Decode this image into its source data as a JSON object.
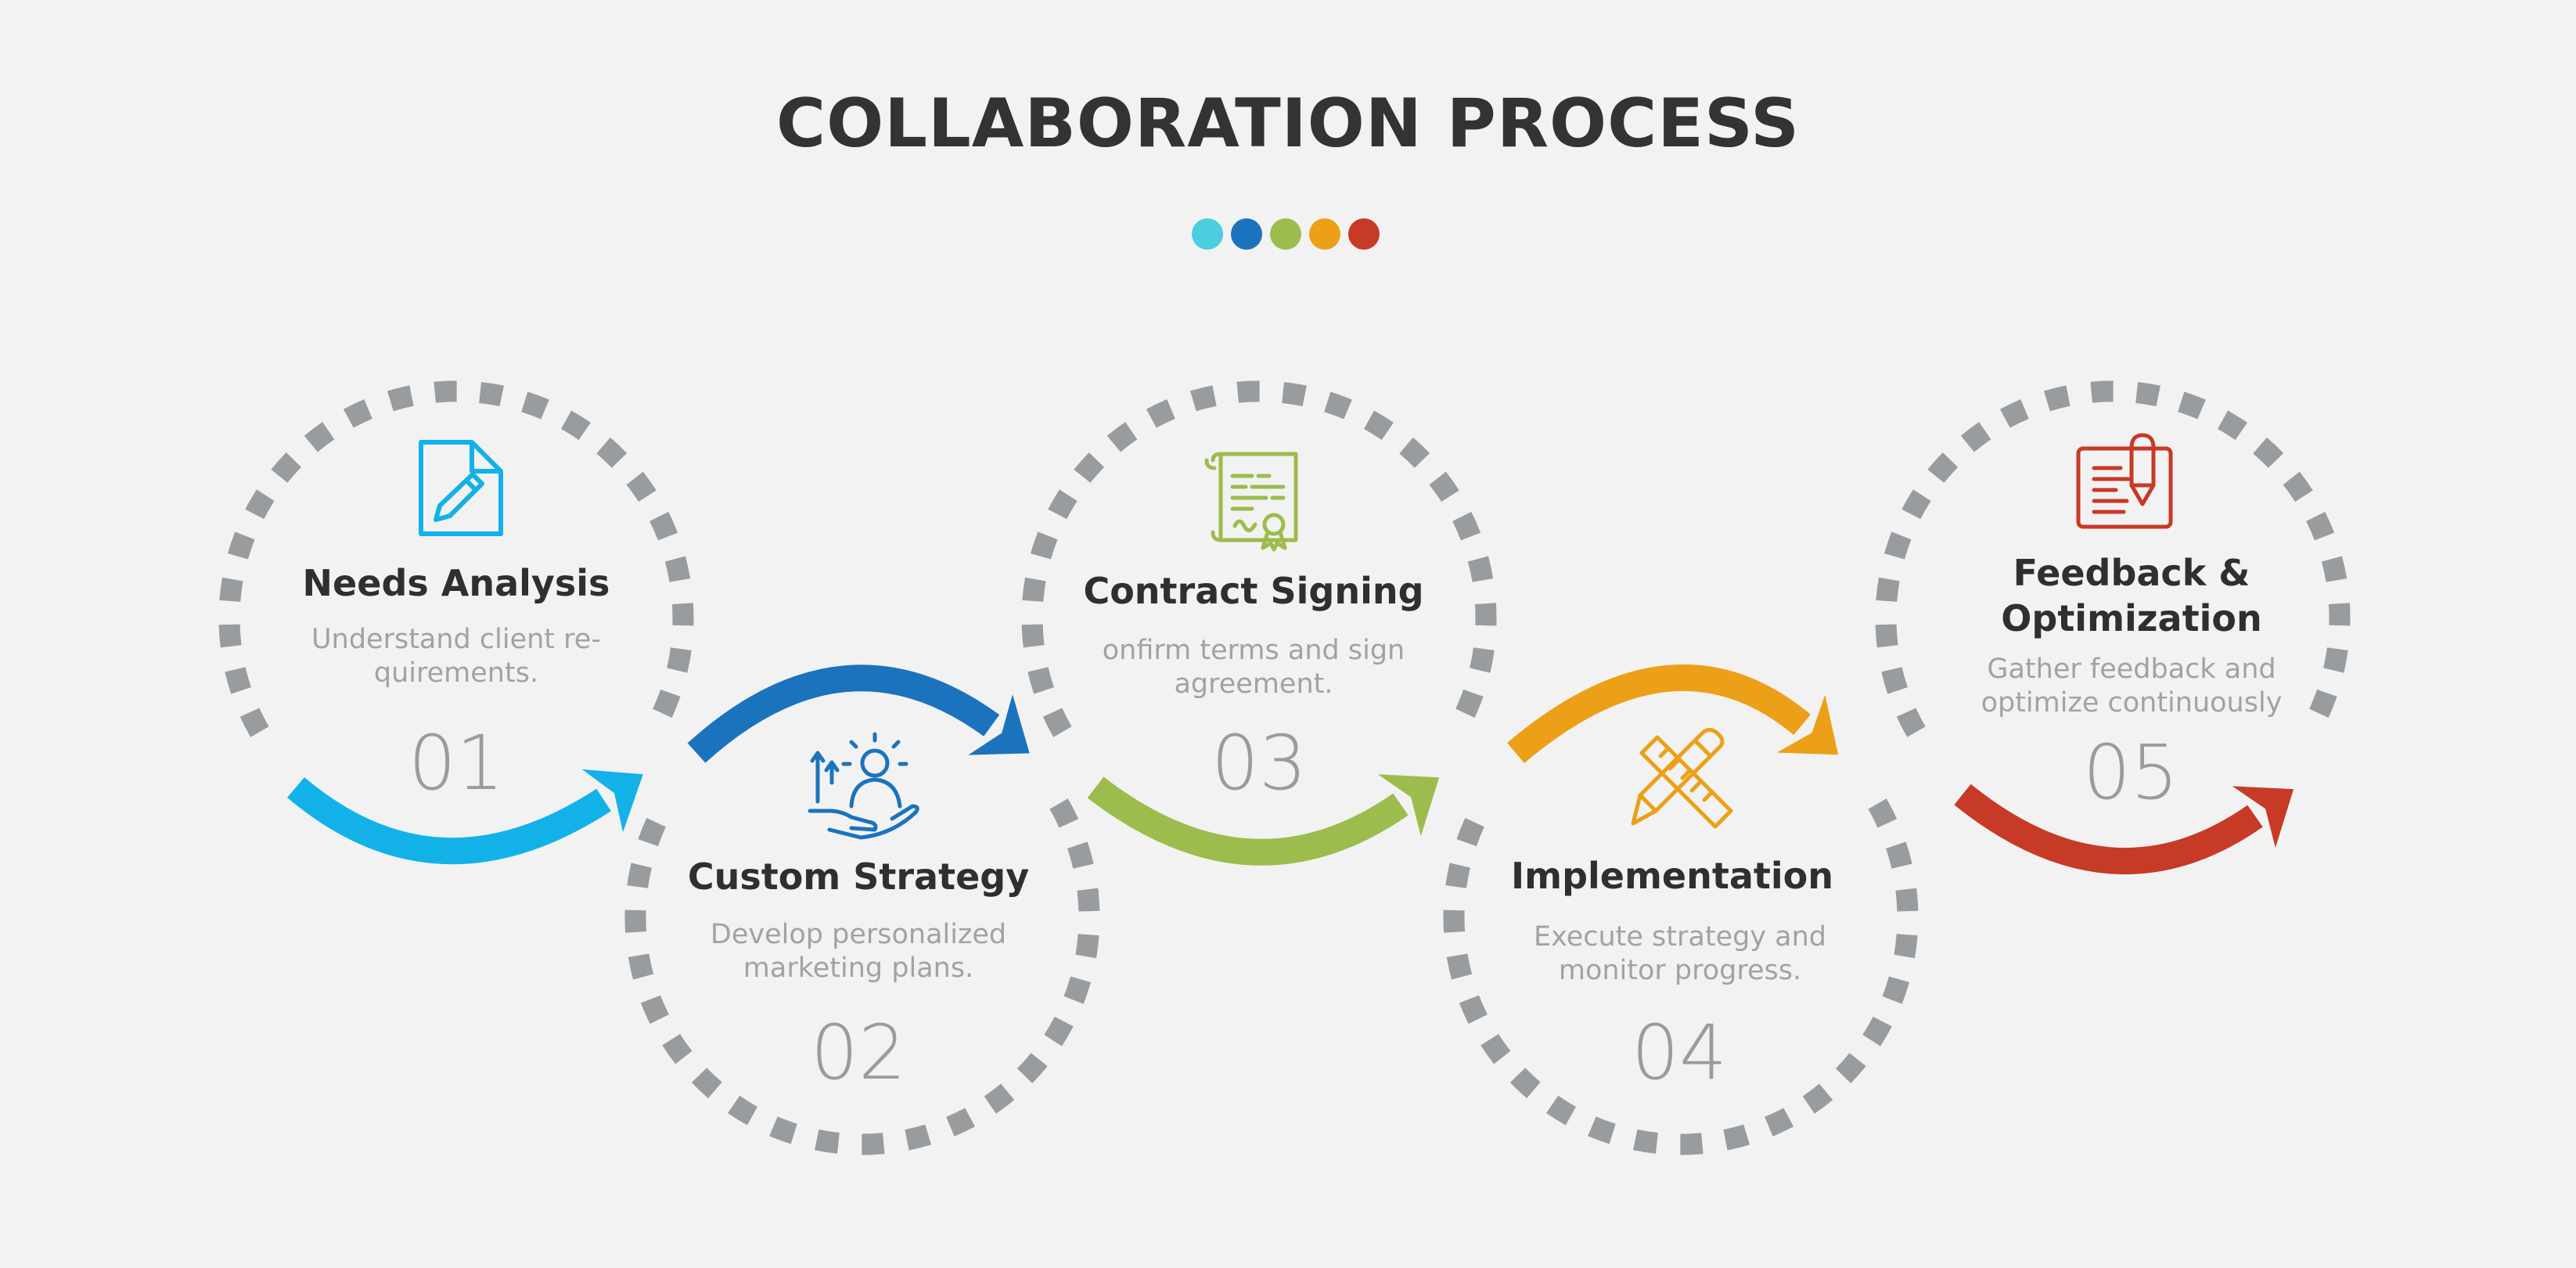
{
  "title": "COLLABORATION PROCESS",
  "colors": {
    "background": "#f2f2f2",
    "dotted_ring": "#999c9f",
    "dots": [
      "#4ccde0",
      "#1b73bd",
      "#9cbc4d",
      "#eba018",
      "#c63a26"
    ]
  },
  "steps": [
    {
      "number": "01",
      "title_lines": [
        "Needs Analysis"
      ],
      "desc_lines": [
        "Understand client re-",
        "quirements."
      ],
      "color": "#12b2e8",
      "icon": "document-pencil-icon"
    },
    {
      "number": "02",
      "title_lines": [
        "Custom Strategy"
      ],
      "desc_lines": [
        "Develop personalized",
        "marketing plans."
      ],
      "color": "#1b73bd",
      "icon": "person-on-hand-icon"
    },
    {
      "number": "03",
      "title_lines": [
        "Contract Signing"
      ],
      "desc_lines": [
        "onfirm terms and sign",
        "agreement."
      ],
      "color": "#9cbc4d",
      "icon": "certificate-icon"
    },
    {
      "number": "04",
      "title_lines": [
        "Implementation"
      ],
      "desc_lines": [
        "Execute strategy and",
        "monitor progress."
      ],
      "color": "#eba018",
      "icon": "pencil-ruler-icon"
    },
    {
      "number": "05",
      "title_lines": [
        "Feedback &",
        "Optimization"
      ],
      "desc_lines": [
        "Gather feedback and",
        "optimize continuously"
      ],
      "color": "#c63a26",
      "icon": "list-pen-icon"
    }
  ]
}
